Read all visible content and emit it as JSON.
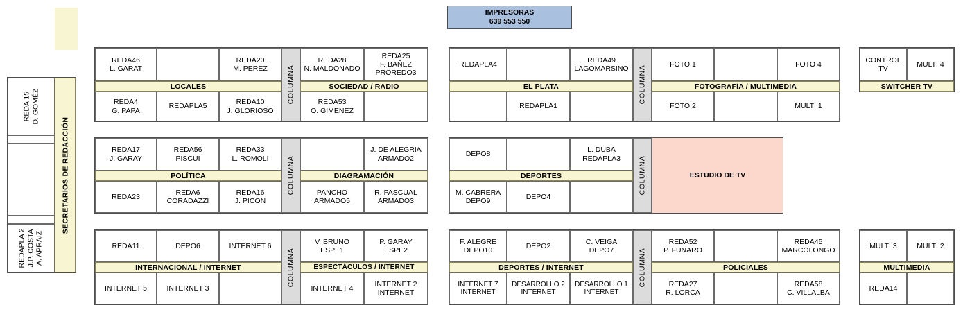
{
  "printers": {
    "title": "IMPRESORAS",
    "codes": "639  553  550"
  },
  "topleft_box": {
    "label": ""
  },
  "secretaries": {
    "side_label": "SECRETARIOS DE REDACCIÓN",
    "top_cell": "REDA 15\nD. GOMÉZ",
    "middle_cell": "",
    "bottom_cell": "REDAPLA 2\nJ.P. COSTA\nA. APRAIZ",
    "spacer_top": "",
    "spacer_bottom": ""
  },
  "groups": {
    "locales": {
      "band": "LOCALES",
      "top": [
        "REDA46\nL. GARAT",
        "",
        "REDA20\nM. PEREZ"
      ],
      "bottom": [
        "REDA4\nG. PAPA",
        "REDAPLA5",
        "REDA10\nJ. GLORIOSO"
      ]
    },
    "sociedad_radio": {
      "band": "SOCIEDAD / RADIO",
      "top": [
        "REDA28\nN. MALDONADO",
        "REDA25\nF. BAÑEZ\nPROREDO3"
      ],
      "bottom": [
        "REDA53\nO. GIMENEZ",
        ""
      ]
    },
    "el_plata": {
      "band": "EL PLATA",
      "top": [
        "REDAPLA4",
        "",
        "REDA49\nLAGOMARSINO"
      ],
      "bottom": [
        "",
        "REDAPLA1",
        ""
      ]
    },
    "fotografia_multimedia": {
      "band": "FOTOGRAFÍA / MULTIMEDIA",
      "top": [
        "FOTO 1",
        "",
        "FOTO 4"
      ],
      "bottom": [
        "FOTO 2",
        "",
        "MULTI 1"
      ]
    },
    "switcher_tv": {
      "band": "SWITCHER TV",
      "top": [
        "CONTROL TV",
        "MULTI 4"
      ]
    },
    "politica": {
      "band": "POLÍTICA",
      "top": [
        "REDA17\nJ. GARAY",
        "REDA56\nPISCUI",
        "REDA33\nL. ROMOLI"
      ],
      "bottom": [
        "REDA23",
        "REDA6\nCORADAZZI",
        "REDA16\nJ. PICON"
      ]
    },
    "diagramacion": {
      "band": "DIAGRAMACIÓN",
      "top": [
        "",
        "J. DE ALEGRIA\nARMADO2"
      ],
      "bottom": [
        "PANCHO\nARMADO5",
        "R. PASCUAL\nARMADO3"
      ]
    },
    "deportes": {
      "band": "DEPORTES",
      "top": [
        "DEPO8",
        "",
        "L. DUBA\nREDAPLA3"
      ],
      "bottom": [
        "M. CABRERA\nDEPO9",
        "DEPO4",
        ""
      ]
    },
    "estudio_tv": {
      "label": "ESTUDIO DE TV"
    },
    "internacional_internet": {
      "band": "INTERNACIONAL / INTERNET",
      "top": [
        "REDA11",
        "DEPO6",
        "INTERNET 6"
      ],
      "bottom": [
        "INTERNET 5",
        "INTERNET 3",
        ""
      ]
    },
    "espectaculos_internet": {
      "band": "ESPECTÁCULOS / INTERNET",
      "top": [
        "V. BRUNO\nESPE1",
        "P. GARAY\nESPE2"
      ],
      "bottom": [
        "INTERNET 4",
        "INTERNET 2\nINTERNET"
      ]
    },
    "deportes_internet": {
      "band": "DEPORTES / INTERNET",
      "top": [
        "F. ALEGRE\nDEPO10",
        "DEPO2",
        "C. VEIGA\nDEPO7"
      ],
      "bottom": [
        "INTERNET 7\nINTERNET",
        "DESARROLLO 2\nINTERNET",
        "DESARROLLO 1\nINTERNET"
      ]
    },
    "policiales": {
      "band": "POLICIALES",
      "top": [
        "REDA52\nP. FUNARO",
        "",
        "REDA45\nMARCOLONGO"
      ],
      "bottom": [
        "REDA27\nR. LORCA",
        "",
        "REDA58\nC. VILLALBA"
      ]
    },
    "multimedia": {
      "band": "MULTIMEDIA",
      "top": [
        "MULTI 3",
        "MULTI 2"
      ],
      "bottom": [
        "REDA14",
        ""
      ]
    }
  },
  "columna_label": "COLUMNA",
  "colors": {
    "band_fill": "#f7f5d2",
    "band_border": "#8a8557",
    "columna_fill": "#dcdcdc",
    "printer_fill": "#a9c0de",
    "studio_fill": "#fcd7cc",
    "cell_border": "#6b6b6b",
    "frame_border": "#4d4d4d"
  }
}
